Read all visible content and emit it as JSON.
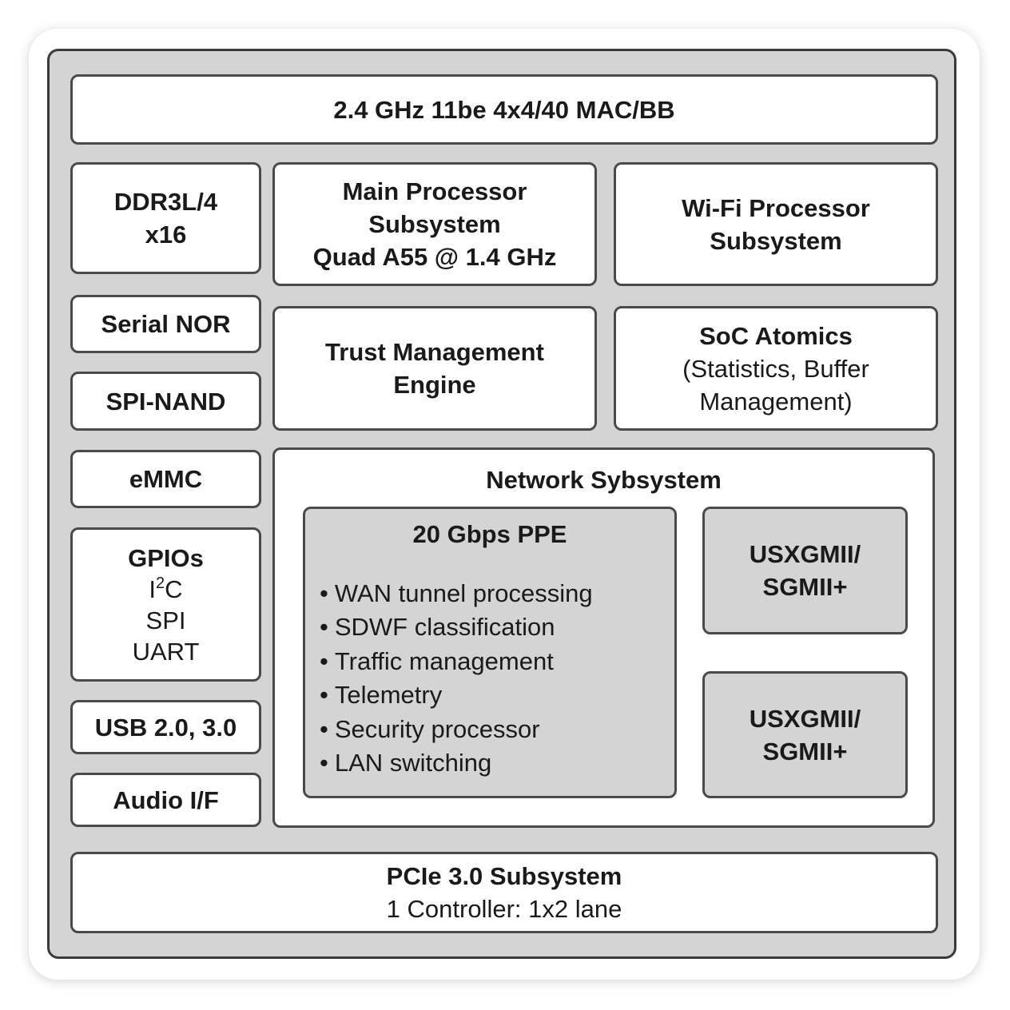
{
  "blocks": {
    "mac": "2.4 GHz 11be 4x4/40 MAC/BB",
    "ddr": [
      "DDR3L/4",
      "x16"
    ],
    "main_proc": [
      "Main Processor",
      "Subsystem",
      "Quad A55 @ 1.4 GHz"
    ],
    "wifi_proc": [
      "Wi-Fi Processor",
      "Subsystem"
    ],
    "serial_nor": "Serial NOR",
    "spi_nand": "SPI-NAND",
    "trust": [
      "Trust Management",
      "Engine"
    ],
    "soc_atomics": {
      "title": "SoC Atomics",
      "lines": [
        "(Statistics, Buffer",
        "Management)"
      ]
    },
    "emmc": "eMMC",
    "gpios": {
      "title": "GPIOs",
      "i2c_prefix": "I",
      "i2c_sup": "2",
      "i2c_suffix": "C",
      "spi": "SPI",
      "uart": "UART"
    },
    "usb": "USB 2.0, 3.0",
    "audio": "Audio I/F",
    "network": {
      "title": "Network Sybsystem",
      "ppe": {
        "title": "20 Gbps PPE",
        "items": [
          "WAN tunnel processing",
          "SDWF classification",
          "Traffic management",
          "Telemetry",
          "Security processor",
          "LAN switching"
        ]
      },
      "usx1": [
        "USXGMII/",
        "SGMII+"
      ],
      "usx2": [
        "USXGMII/",
        "SGMII+"
      ]
    },
    "pcie": {
      "title": "PCIe 3.0 Subsystem",
      "subtitle": "1 Controller: 1x2 lane"
    }
  }
}
